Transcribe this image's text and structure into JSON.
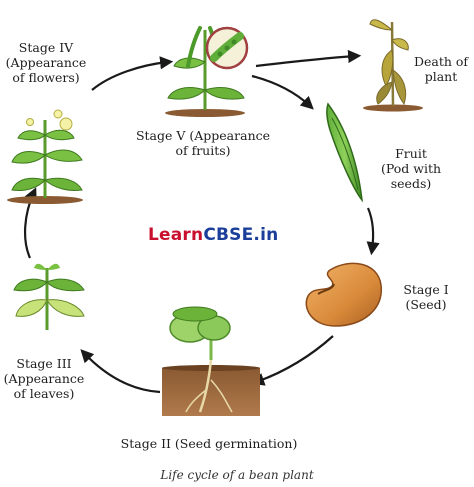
{
  "watermark": {
    "part1": "Learn",
    "part2": "CBSE.in"
  },
  "stages": {
    "stage4": {
      "line1": "Stage IV",
      "line2": "(Appearance",
      "line3": "of flowers)"
    },
    "stage5": {
      "line1": "Stage V (Appearance",
      "line2": "of fruits)"
    },
    "death": {
      "line1": "Death of",
      "line2": "plant"
    },
    "fruit": {
      "line1": "Fruit",
      "line2": "(Pod with",
      "line3": "seeds)"
    },
    "stage1": {
      "line1": "Stage I",
      "line2": "(Seed)"
    },
    "stage2": {
      "line1": "Stage II (Seed germination)"
    },
    "stage3": {
      "line1": "Stage III",
      "line2": "(Appearance",
      "line3": "of leaves)"
    }
  },
  "caption": "Life cycle of a bean plant"
}
